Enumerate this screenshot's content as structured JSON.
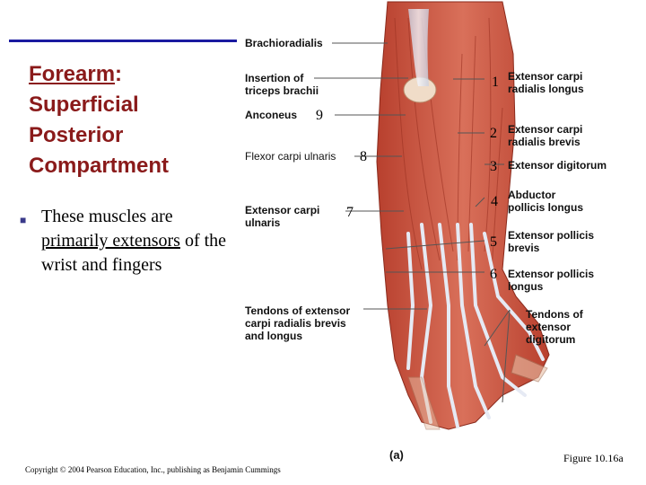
{
  "title": {
    "line1": "Forearm",
    "colon": ":",
    "line2": "Superficial",
    "line3": "Posterior",
    "line4": "Compartment"
  },
  "bullet": {
    "prefix": "These muscles are ",
    "underlined": "primarily extensors",
    "suffix": " of the wrist and fingers"
  },
  "labels_left": {
    "brachioradialis": "Brachioradialis",
    "insertion_line1": "Insertion of",
    "insertion_line2": "triceps brachii",
    "anconeus": "Anconeus",
    "flexor_carpi_ulnaris": "Flexor carpi ulnaris",
    "extensor_carpi_ulnaris_line1": "Extensor carpi",
    "extensor_carpi_ulnaris_line2": "ulnaris",
    "tendons_line1": "Tendons of extensor",
    "tendons_line2": "carpi radialis brevis",
    "tendons_line3": "and longus"
  },
  "labels_right": {
    "ecrl_line1": "Extensor carpi",
    "ecrl_line2": "radialis longus",
    "ecrb_line1": "Extensor carpi",
    "ecrb_line2": "radialis brevis",
    "ext_digitorum": "Extensor digitorum",
    "apl_line1": "Abductor",
    "apl_line2": "pollicis longus",
    "epb_line1": "Extensor pollicis",
    "epb_line2": "brevis",
    "epl_line1": "Extensor pollicis",
    "epl_line2": "longus",
    "ted_line1": "Tendons of",
    "ted_line2": "extensor",
    "ted_line3": "digitorum"
  },
  "numbers": {
    "n1": "1",
    "n2": "2",
    "n3": "3",
    "n4": "4",
    "n5": "5",
    "n6": "6",
    "n7": "7",
    "n8": "8",
    "n9": "9"
  },
  "part_label": "(a)",
  "figure_caption": "Figure 10.16a",
  "copyright": "Copyright © 2004 Pearson Education, Inc., publishing as Benjamin Cummings",
  "colors": {
    "title": "#8a1a1a",
    "rule": "#1a1aa0",
    "muscle": "#c8503c",
    "tendon": "#dfe3ee",
    "skin": "#e8bfa6"
  }
}
